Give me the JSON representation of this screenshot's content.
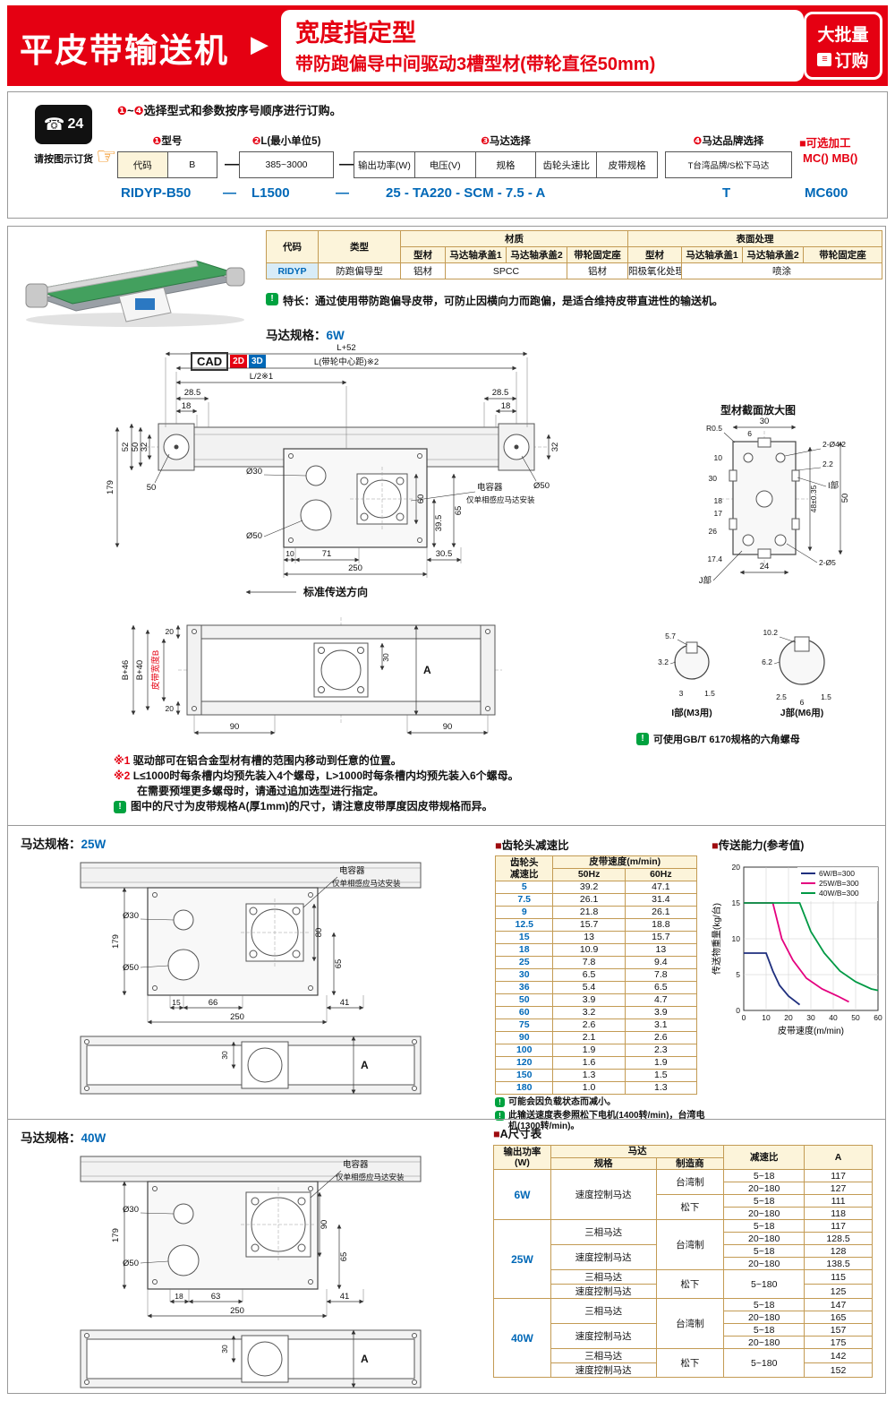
{
  "icons": {
    "info": "!"
  },
  "header": {
    "title": "平皮带输送机",
    "arrow": "▶",
    "subtitle_line1": "宽度指定型",
    "subtitle_line2": "带防跑偏导中间驱动3槽型材(带轮直径50mm)",
    "badge_line1": "大批量",
    "badge_icon": "≡",
    "badge_line2": "订购"
  },
  "ordering": {
    "phone_glyph": "☎",
    "phone_24": "24",
    "phone_label": "请按图示订货",
    "hand_glyph": "☞",
    "instr_num_start": "❶",
    "instr_range": "~",
    "instr_num_end": "❹",
    "instr_text": "选择型式和参数按序号顺序进行订购。",
    "group1": {
      "num": "❶",
      "label": "型号",
      "cell1": "代码",
      "cell2": "B"
    },
    "sep1": "—",
    "group2": {
      "num": "❷",
      "label": "L(最小单位5)",
      "value": "385~3000"
    },
    "sep2": "—",
    "group3": {
      "num": "❸",
      "label": "马达选择",
      "cols": [
        "输出功率(W)",
        "电压(V)",
        "规格",
        "齿轮头速比",
        "皮带规格"
      ]
    },
    "group4": {
      "num": "❹",
      "label": "马达品牌选择",
      "value": "T台湾品牌/S松下马达"
    },
    "optional": {
      "title": "■可选加工",
      "value": "MC()  MB()"
    },
    "example": {
      "p1": "RIDYP-B50",
      "d1": "—",
      "p2": "L1500",
      "d2": "—",
      "p3": "25 - TA220 - SCM - 7.5 - A",
      "p4": "T",
      "p5": "MC600"
    }
  },
  "materials_table": {
    "h_code": "代码",
    "h_type": "类型",
    "h_material": "材质",
    "h_surface": "表面处理",
    "sub_headers": [
      "型材",
      "马达轴承盖1",
      "马达轴承盖2",
      "带轮固定座",
      "型材",
      "马达轴承盖1",
      "马达轴承盖2",
      "带轮固定座"
    ],
    "code": "RIDYP",
    "type": "防跑偏导型",
    "mat_profile": "铝材",
    "mat_covers": "SPCC",
    "mat_pulley_seat": "铝材",
    "surf_profile": "阳极氧化处理",
    "surf_others": "喷涂"
  },
  "feature_note": "特长：通过使用带防跑偏导皮带，可防止因横向力而跑偏，是适合维持皮带直进性的输送机。",
  "cad_badge": {
    "label": "CAD",
    "b2d": "2D",
    "b3d": "3D"
  },
  "spec_6w": {
    "label": "马达规格：",
    "value": "6W",
    "dim_l52": "L+52",
    "dim_center": "L(带轮中心距)※2",
    "dim_half": "L/2※1",
    "dim_285l": "28.5",
    "dim_18l": "18",
    "dim_285r": "28.5",
    "dim_18r": "18",
    "dim_52": "52",
    "dim_50": "50",
    "dim_32l": "32",
    "dim_32r": "32",
    "dim_179": "179",
    "dim_50p": "50",
    "dim_d50r": "Ø50",
    "dim_d30": "Ø30",
    "dim_d50b": "Ø50",
    "dim_60": "60",
    "dim_395": "39.5",
    "dim_65": "65",
    "dim_10": "10",
    "dim_71": "71",
    "dim_250": "250",
    "dim_305": "30.5",
    "capacitor_l1": "电容器",
    "capacitor_l2": "仅单相感应马达安装",
    "direction": "标准传送方向"
  },
  "profile_section": {
    "title": "型材截面放大图",
    "d_r05": "R0.5",
    "d_30": "30",
    "d_6": "6",
    "d_2d42": "2-Ø4.2",
    "d_22": "2.2",
    "d_ibu": "I部",
    "d_10": "10",
    "d_30b": "30",
    "d_18": "18",
    "d_17": "17",
    "d_26": "26",
    "d_48": "48±0.35",
    "d_50": "50",
    "d_jbu": "J部",
    "d_24": "24",
    "d_174": "17.4",
    "d_2d5": "2-Ø5"
  },
  "bottom_view": {
    "d_b46": "B+46",
    "d_b40": "B+40",
    "d_beltw": "皮带宽度B",
    "d_20t": "20",
    "d_20b": "20",
    "d_30": "30",
    "d_a": "A",
    "d_90l": "90",
    "d_90r": "90"
  },
  "detail_i": {
    "caption": "I部(M3用)",
    "d1": "5.7",
    "d2": "3.2",
    "d3": "3",
    "d4": "1.5"
  },
  "detail_j": {
    "caption": "J部(M6用)",
    "d1": "10.2",
    "d2": "6.2",
    "d3": "2.5",
    "d4": "6",
    "d5": "1.5"
  },
  "nut_note": "可使用GB/T 6170规格的六角螺母",
  "notes": {
    "n1_mark": "※1",
    "n1": "驱动部可在铝合金型材有槽的范围内移动到任意的位置。",
    "n2_mark": "※2",
    "n2": "L≤1000时每条槽内均预先装入4个螺母，L>1000时每条槽内均预先装入6个螺母。",
    "n2b": "在需要预埋更多螺母时，请通过追加选型进行指定。",
    "n3": "图中的尺寸为皮带规格A(厚1mm)的尺寸，请注意皮带厚度因皮带规格而异。"
  },
  "spec_25w": {
    "label": "马达规格：",
    "value": "25W",
    "dim_179": "179",
    "dim_d30": "Ø30",
    "dim_d50": "Ø50",
    "dim_80": "80",
    "dim_65": "65",
    "dim_15": "15",
    "dim_66": "66",
    "dim_250": "250",
    "dim_41": "41",
    "dim_30": "30",
    "dim_a": "A",
    "capacitor_l1": "电容器",
    "capacitor_l2": "仅单相感应马达安装"
  },
  "gear_table": {
    "square": "■",
    "title": "齿轮头减速比",
    "h_col1a": "齿轮头",
    "h_col1b": "减速比",
    "h_speed": "皮带速度(m/min)",
    "h_50": "50Hz",
    "h_60": "60Hz",
    "rows": [
      [
        "5",
        "39.2",
        "47.1"
      ],
      [
        "7.5",
        "26.1",
        "31.4"
      ],
      [
        "9",
        "21.8",
        "26.1"
      ],
      [
        "12.5",
        "15.7",
        "18.8"
      ],
      [
        "15",
        "13",
        "15.7"
      ],
      [
        "18",
        "10.9",
        "13"
      ],
      [
        "25",
        "7.8",
        "9.4"
      ],
      [
        "30",
        "6.5",
        "7.8"
      ],
      [
        "36",
        "5.4",
        "6.5"
      ],
      [
        "50",
        "3.9",
        "4.7"
      ],
      [
        "60",
        "3.2",
        "3.9"
      ],
      [
        "75",
        "2.6",
        "3.1"
      ],
      [
        "90",
        "2.1",
        "2.6"
      ],
      [
        "100",
        "1.9",
        "2.3"
      ],
      [
        "120",
        "1.6",
        "1.9"
      ],
      [
        "150",
        "1.3",
        "1.5"
      ],
      [
        "180",
        "1.0",
        "1.3"
      ]
    ],
    "note1": "可能会因负载状态而减小。",
    "note2": "此输送速度表参照松下电机(1400转/min)，台湾电机(1300转/min)。"
  },
  "chart_data": {
    "type": "line",
    "square": "■",
    "title": "传送能力(参考值)",
    "xlabel": "皮带速度(m/min)",
    "ylabel": "传送物重量(kg/台)",
    "xlim": [
      0,
      60
    ],
    "ylim": [
      0,
      20
    ],
    "xticks": [
      0,
      10,
      20,
      30,
      40,
      50,
      60
    ],
    "yticks": [
      0,
      5,
      10,
      15,
      20
    ],
    "grid": true,
    "legend_position": "top-right",
    "series": [
      {
        "name": "6W/B=300",
        "color": "#1f2f7e",
        "points": [
          [
            0,
            8
          ],
          [
            10,
            8
          ],
          [
            13,
            5.5
          ],
          [
            16,
            3.5
          ],
          [
            20,
            2
          ],
          [
            25,
            0.8
          ]
        ]
      },
      {
        "name": "25W/B=300",
        "color": "#e4007f",
        "points": [
          [
            0,
            15
          ],
          [
            13,
            15
          ],
          [
            17,
            10
          ],
          [
            22,
            7
          ],
          [
            28,
            4.5
          ],
          [
            35,
            3
          ],
          [
            42,
            2
          ],
          [
            47,
            1.2
          ]
        ]
      },
      {
        "name": "40W/B=300",
        "color": "#009944",
        "points": [
          [
            0,
            15
          ],
          [
            25,
            15
          ],
          [
            30,
            11
          ],
          [
            36,
            8
          ],
          [
            43,
            5.5
          ],
          [
            50,
            4
          ],
          [
            57,
            3
          ],
          [
            60,
            2.8
          ]
        ]
      }
    ]
  },
  "spec_40w": {
    "label": "马达规格：",
    "value": "40W",
    "dim_179": "179",
    "dim_d30": "Ø30",
    "dim_d50": "Ø50",
    "dim_90": "90",
    "dim_65": "65",
    "dim_18": "18",
    "dim_63": "63",
    "dim_250": "250",
    "dim_41": "41",
    "dim_30": "30",
    "dim_a": "A",
    "capacitor_l1": "电容器",
    "capacitor_l2": "仅单相感应马达安装"
  },
  "a_table": {
    "square": "■",
    "title": "A尺寸表",
    "h_power1": "输出功率",
    "h_power2": "(W)",
    "h_motor": "马达",
    "h_spec": "规格",
    "h_maker": "制造商",
    "h_ratio": "减速比",
    "h_a": "A",
    "p6": "6W",
    "p25": "25W",
    "p40": "40W",
    "spec_speed": "速度控制马达",
    "spec_three": "三相马达",
    "maker_tw": "台湾制",
    "maker_pa": "松下",
    "rows6": [
      [
        "5~18",
        "117"
      ],
      [
        "20~180",
        "127"
      ],
      [
        "5~18",
        "111"
      ],
      [
        "20~180",
        "118"
      ]
    ],
    "rows25": [
      [
        "5~18",
        "117"
      ],
      [
        "20~180",
        "128.5"
      ],
      [
        "5~18",
        "128"
      ],
      [
        "20~180",
        "138.5"
      ],
      [
        "5~180",
        "115"
      ],
      [
        "125"
      ]
    ],
    "rows40": [
      [
        "5~18",
        "147"
      ],
      [
        "20~180",
        "165"
      ],
      [
        "5~18",
        "157"
      ],
      [
        "20~180",
        "175"
      ],
      [
        "5~180",
        "142"
      ],
      [
        "152"
      ]
    ]
  }
}
